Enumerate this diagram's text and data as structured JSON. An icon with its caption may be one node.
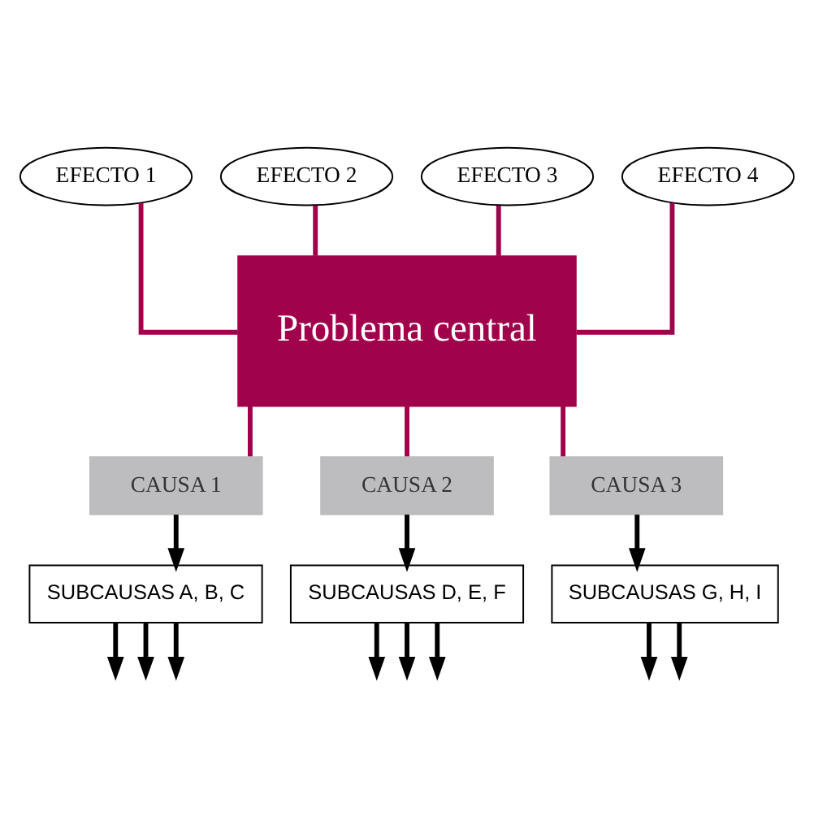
{
  "diagram": {
    "nodes": [
      {
        "text": [
          "EFECTO 1"
        ]
      },
      {
        "text": [
          "EFECTO 2"
        ]
      },
      {
        "text": [
          "EFECTO 3"
        ]
      },
      {
        "text": [
          "EFECTO 4"
        ]
      },
      {
        "text": [
          "Problema central"
        ]
      },
      {
        "text": [
          "CAUSA 1"
        ]
      },
      {
        "text": [
          "CAUSA 2"
        ]
      },
      {
        "text": [
          "CAUSA 3"
        ]
      },
      {
        "text": [
          "SUBCAUSAS A, B, C"
        ]
      },
      {
        "text": [
          "SUBCAUSAS D, E, F"
        ]
      },
      {
        "text": [
          "SUBCAUSAS G, H, I"
        ]
      }
    ],
    "edges": [
      {
        "from": 0,
        "to": 4,
        "arrow": "none",
        "color": "#a0024b"
      },
      {
        "from": 1,
        "to": 4,
        "arrow": "none",
        "color": "#a0024b"
      },
      {
        "from": 2,
        "to": 4,
        "arrow": "none",
        "color": "#a0024b"
      },
      {
        "from": 3,
        "to": 4,
        "arrow": "none",
        "color": "#a0024b"
      },
      {
        "from": 4,
        "to": 5,
        "arrow": "none",
        "color": "#a0024b"
      },
      {
        "from": 4,
        "to": 6,
        "arrow": "none",
        "color": "#a0024b"
      },
      {
        "from": 4,
        "to": 7,
        "arrow": "none",
        "color": "#a0024b"
      },
      {
        "from": 5,
        "to": 8,
        "arrow": "to"
      },
      {
        "from": 6,
        "to": 9,
        "arrow": "to"
      },
      {
        "from": 7,
        "to": 10,
        "arrow": "to"
      },
      {
        "from": 8,
        "to": null,
        "arrow": "to"
      },
      {
        "from": 8,
        "to": null,
        "arrow": "to"
      },
      {
        "from": 8,
        "to": null,
        "arrow": "to"
      },
      {
        "from": 9,
        "to": null,
        "arrow": "to"
      },
      {
        "from": 9,
        "to": null,
        "arrow": "to"
      },
      {
        "from": 9,
        "to": null,
        "arrow": "to"
      },
      {
        "from": 10,
        "to": null,
        "arrow": "to"
      },
      {
        "from": 10,
        "to": null,
        "arrow": "to"
      }
    ]
  }
}
